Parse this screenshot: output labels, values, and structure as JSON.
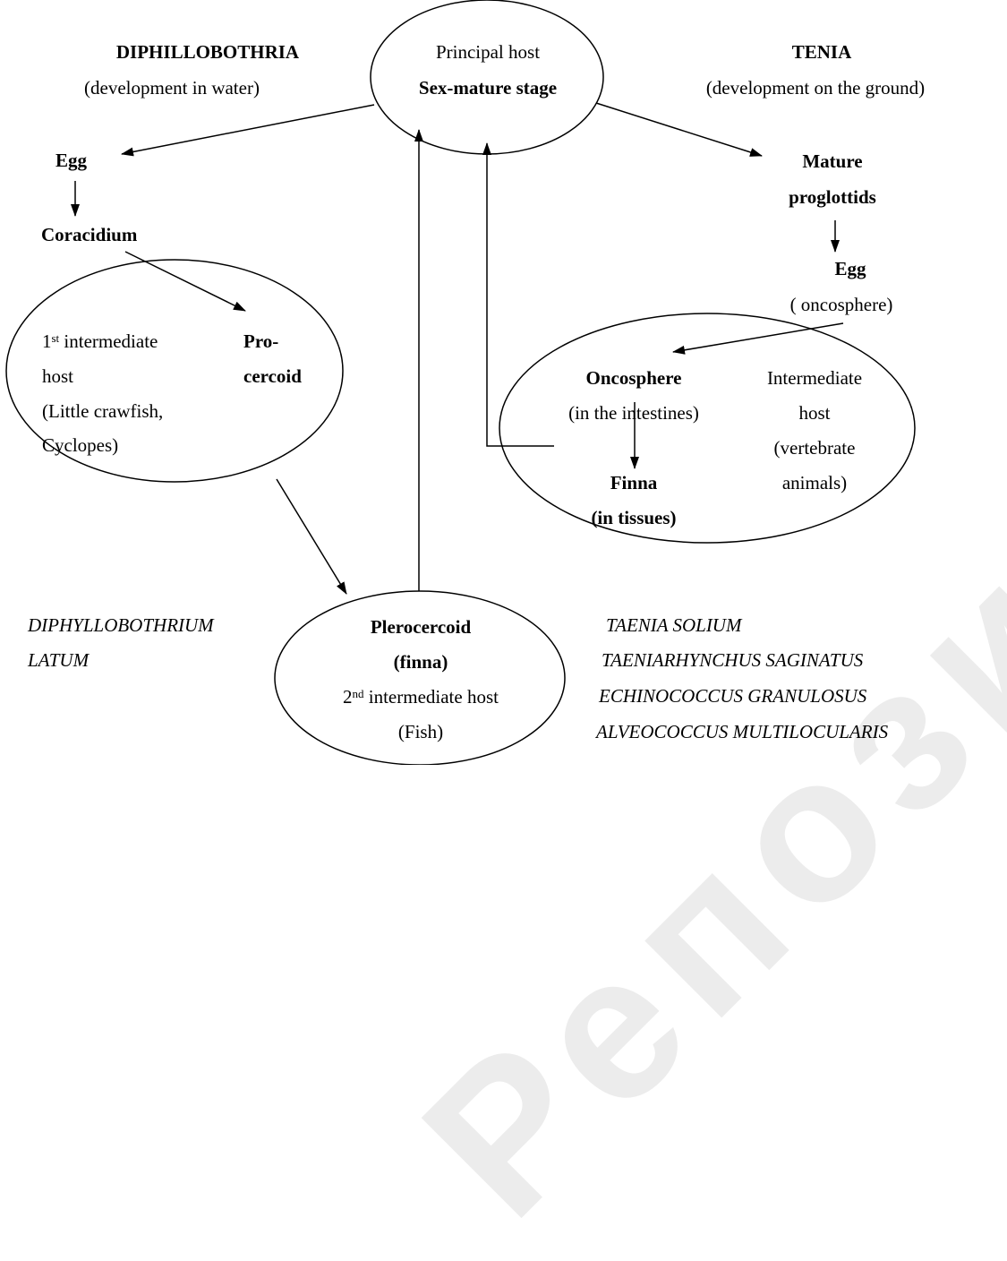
{
  "watermark": "Репозиторий БГМУ",
  "left_branch": {
    "title": "DIPHILLOBOTHRIA",
    "subtitle": "(development in water)"
  },
  "right_branch": {
    "title": "TENIA",
    "subtitle": "(development on the ground)"
  },
  "principal_host": {
    "line1": "Principal host",
    "line2": "Sex-mature stage"
  },
  "left_chain": {
    "egg": "Egg",
    "coracidium": "Coracidium",
    "first_host": {
      "num": "1",
      "sup": "st",
      "rest": " intermediate",
      "line2": "host",
      "line3": "(Little crawfish,",
      "line4": "Cyclopes)",
      "stage_line1": "Pro-",
      "stage_line2": "cercoid"
    },
    "second_host": {
      "stage_line1": "Plerocercoid",
      "stage_line2": "(finna)",
      "num": "2",
      "sup": "nd",
      "rest": " intermediate host",
      "line4": "(Fish)"
    }
  },
  "right_chain": {
    "mature_line1": "Mature",
    "mature_line2": "proglottids",
    "egg": "Egg",
    "egg_sub": "( oncosphere)",
    "intermediate": {
      "oncosphere": "Oncosphere",
      "oncosphere_sub": "(in the intestines)",
      "finna": "Finna",
      "finna_sub": "(in tissues)",
      "host_line1": "Intermediate",
      "host_line2": "host",
      "host_line3": "(vertebrate",
      "host_line4": "animals)"
    }
  },
  "species_left": [
    "DIPHYLLOBOTHRIUM",
    "LATUM"
  ],
  "species_right": [
    "TAENIA SOLIUM",
    "TAENIARHYNCHUS SAGINATUS",
    "ECHINOCOCCUS GRANULOSUS",
    "ALVEOCOCCUS MULTILOCULARIS"
  ]
}
